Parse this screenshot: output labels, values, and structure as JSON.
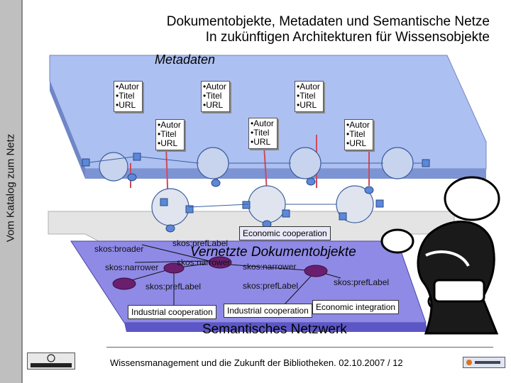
{
  "side_label": "Vom Katalog zum Netz",
  "title": {
    "line1": "Dokumentobjekte, Metadaten und Semantische Netze",
    "line2": "In zukünftigen Architekturen für Wissensobjekte"
  },
  "metadata_layer": {
    "label": "Metadaten",
    "record_fields": [
      "Autor",
      "Titel",
      "URL"
    ]
  },
  "document_layer": {
    "label": "Vernetzte Dokumentobjekte"
  },
  "semantic_layer": {
    "label": "Semantisches Netzwerk",
    "concepts": [
      "Economic cooperation",
      "Industrial cooperation",
      "Industrial cooperation",
      "Economic integration"
    ],
    "relations": {
      "broader": "skos:broader",
      "narrower_1": "skos:narrower",
      "narrower_2": "skos:narrower",
      "narrower_3": "skos:narrower",
      "pref_1": "skos:prefLabel",
      "pref_2": "skos:prefLabel",
      "pref_3": "skos:prefLabel",
      "pref_4": "skos:prefLabel"
    }
  },
  "footer": {
    "text": "Wissensmanagement und die Zukunft der Bibliotheken. 02.10.2007 / 12"
  },
  "colors": {
    "meta_plane": "#a9bdf2",
    "doc_plane": "#e4e4e4",
    "sem_plane": "#8f8ae6",
    "concept_node": "#6a1f6e",
    "link_arrow": "#d04a5a",
    "doc_circle": "#3a5fa0"
  },
  "icons": [
    "thinking-person-icon",
    "creative-commons-icon",
    "open-access-icon"
  ]
}
